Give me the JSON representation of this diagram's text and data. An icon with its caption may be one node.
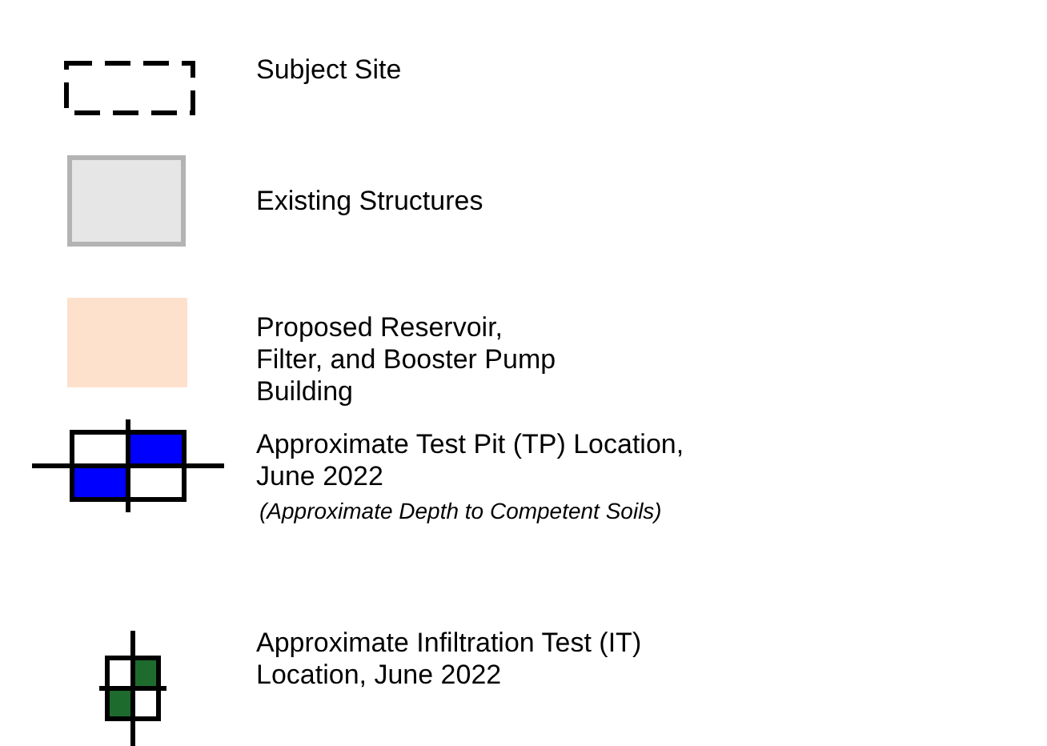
{
  "diagram": {
    "labels": [
      "(Approximate Depth to Competent Soils)"
    ],
    "legend": [
      {
        "text": "Subject Site"
      },
      {
        "text": "Existing Structures",
        "color": "#e6e6e6"
      },
      {
        "text": "Proposed Reservoir, Filter, and Booster Pump Building",
        "color": "#fde1cd"
      },
      {
        "text": "Approximate Test Pit (TP) Location, June 2022"
      },
      {
        "text": "Approximate Infiltration Test (IT) Location, June 2022"
      }
    ]
  }
}
